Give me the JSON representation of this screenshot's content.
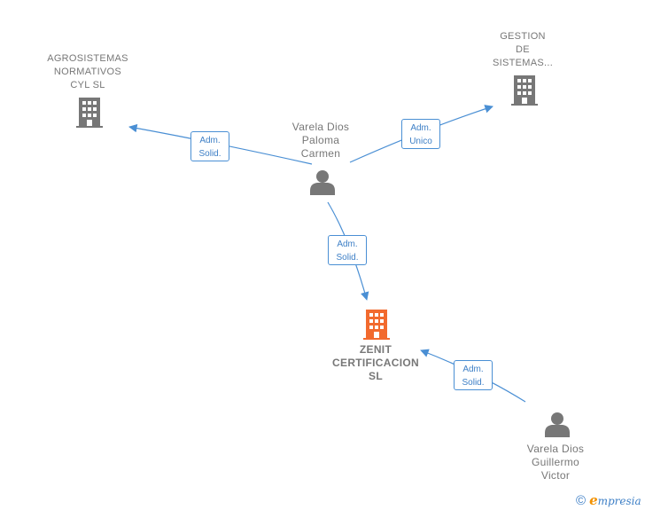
{
  "nodes": {
    "agrosistemas": {
      "type": "company",
      "lines": [
        "AGROSISTEMAS",
        "NORMATIVOS",
        "CYL  SL"
      ],
      "icon": "building-icon",
      "color": "#777777"
    },
    "gestion": {
      "type": "company",
      "lines": [
        "GESTION",
        "DE",
        "SISTEMAS..."
      ],
      "icon": "building-icon",
      "color": "#777777"
    },
    "varela_paloma": {
      "type": "person",
      "lines": [
        "Varela Dios",
        "Paloma",
        "Carmen"
      ],
      "icon": "person-icon",
      "color": "#777777"
    },
    "zenit": {
      "type": "company",
      "focus": true,
      "lines": [
        "ZENIT",
        "CERTIFICACION",
        "SL"
      ],
      "icon": "building-icon",
      "color": "#f26a2e"
    },
    "varela_guillermo": {
      "type": "person",
      "lines": [
        "Varela Dios",
        "Guillermo",
        "Victor"
      ],
      "icon": "person-icon",
      "color": "#777777"
    }
  },
  "relations": [
    {
      "from": "varela_paloma",
      "to": "agrosistemas",
      "lines": [
        "Adm.",
        "Solid."
      ]
    },
    {
      "from": "varela_paloma",
      "to": "gestion",
      "lines": [
        "Adm.",
        "Unico"
      ]
    },
    {
      "from": "varela_paloma",
      "to": "zenit",
      "lines": [
        "Adm.",
        "Solid."
      ]
    },
    {
      "from": "varela_guillermo",
      "to": "zenit",
      "lines": [
        "Adm.",
        "Solid."
      ]
    }
  ],
  "colors": {
    "edge": "#4a8fd4",
    "node": "#777777",
    "focus": "#f26a2e"
  },
  "footer": {
    "copyright_symbol": "©",
    "brand_initial": "e",
    "brand_rest": "mpresia"
  }
}
